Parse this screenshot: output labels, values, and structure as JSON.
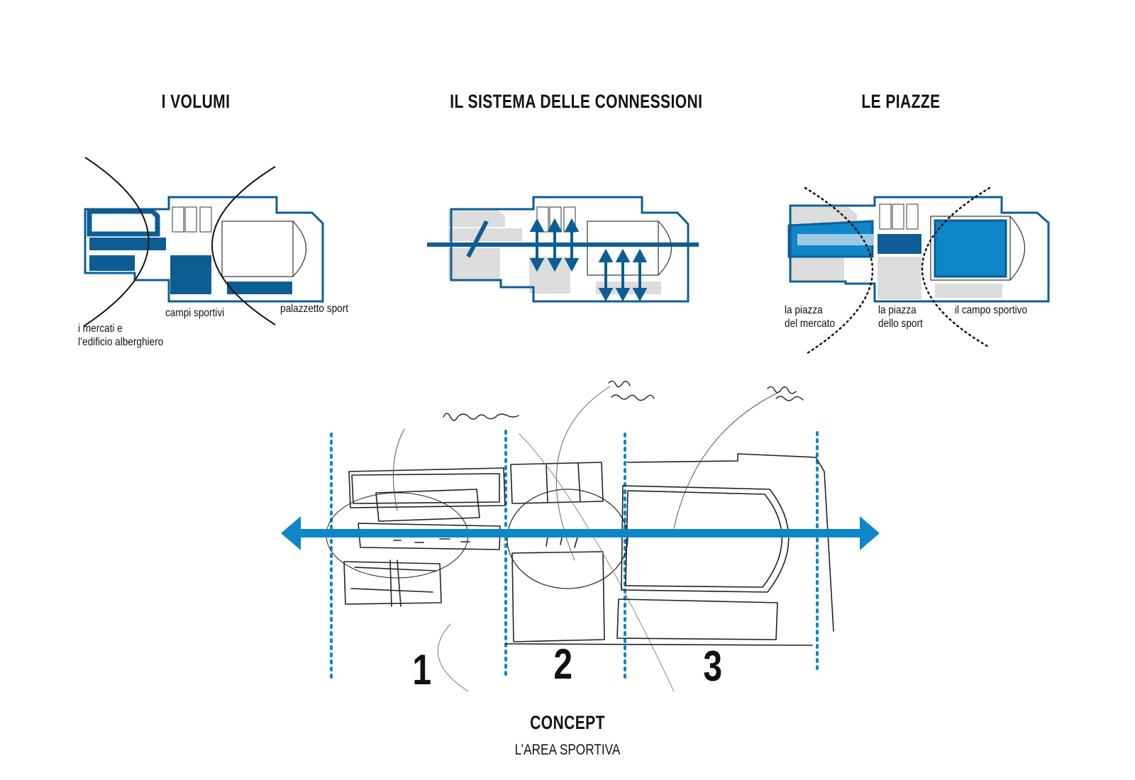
{
  "titles": {
    "volumi": "I VOLUMI",
    "connessioni": "IL SISTEMA DELLE CONNESSIONI",
    "piazze": "LE PIAZZE"
  },
  "volumi_labels": {
    "mercati_line1": "i mercati e",
    "mercati_line2": "l’edificio alberghiero",
    "campi": "campi sportivi",
    "palazzetto": "palazzetto sport"
  },
  "piazze_labels": {
    "mercato_line1": "la piazza",
    "mercato_line2": "del mercato",
    "sport_line1": "la piazza",
    "sport_line2": "dello sport",
    "campo": "il campo sportivo"
  },
  "concept": {
    "zones": [
      "1",
      "2",
      "3"
    ],
    "title": "CONCEPT",
    "subtitle": "L’AREA SPORTIVA"
  },
  "colors": {
    "dark_blue": "#0d5d94",
    "light_blue": "#0e86c8",
    "gray": "#dcdcdc"
  }
}
